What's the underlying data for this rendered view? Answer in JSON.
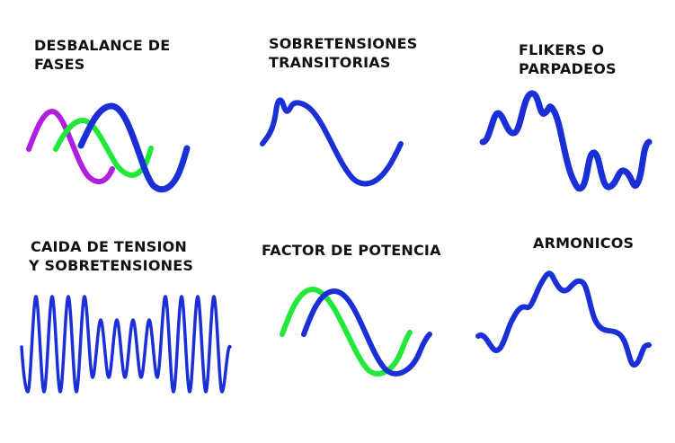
{
  "colors": {
    "primary_wave": "#1a2fd6",
    "secondary_wave": "#22e83a",
    "tertiary_wave": "#b01ee0",
    "title_text": "#111111",
    "background": "#ffffff"
  },
  "panels": [
    {
      "id": "desbalance",
      "title_lines": [
        "DESBALANCE DE",
        "FASES"
      ]
    },
    {
      "id": "sobretensiones",
      "title_lines": [
        "SOBRETENSIONES",
        "TRANSITORIAS"
      ]
    },
    {
      "id": "flikers",
      "title_lines": [
        "FLIKERS O",
        "PARPADEOS"
      ]
    },
    {
      "id": "caida",
      "title_lines": [
        "CAIDA DE TENSION",
        "Y SOBRETENSIONES"
      ]
    },
    {
      "id": "factor",
      "title_lines": [
        "FACTOR DE POTENCIA"
      ]
    },
    {
      "id": "armonicos",
      "title_lines": [
        "ARMONICOS"
      ]
    }
  ]
}
